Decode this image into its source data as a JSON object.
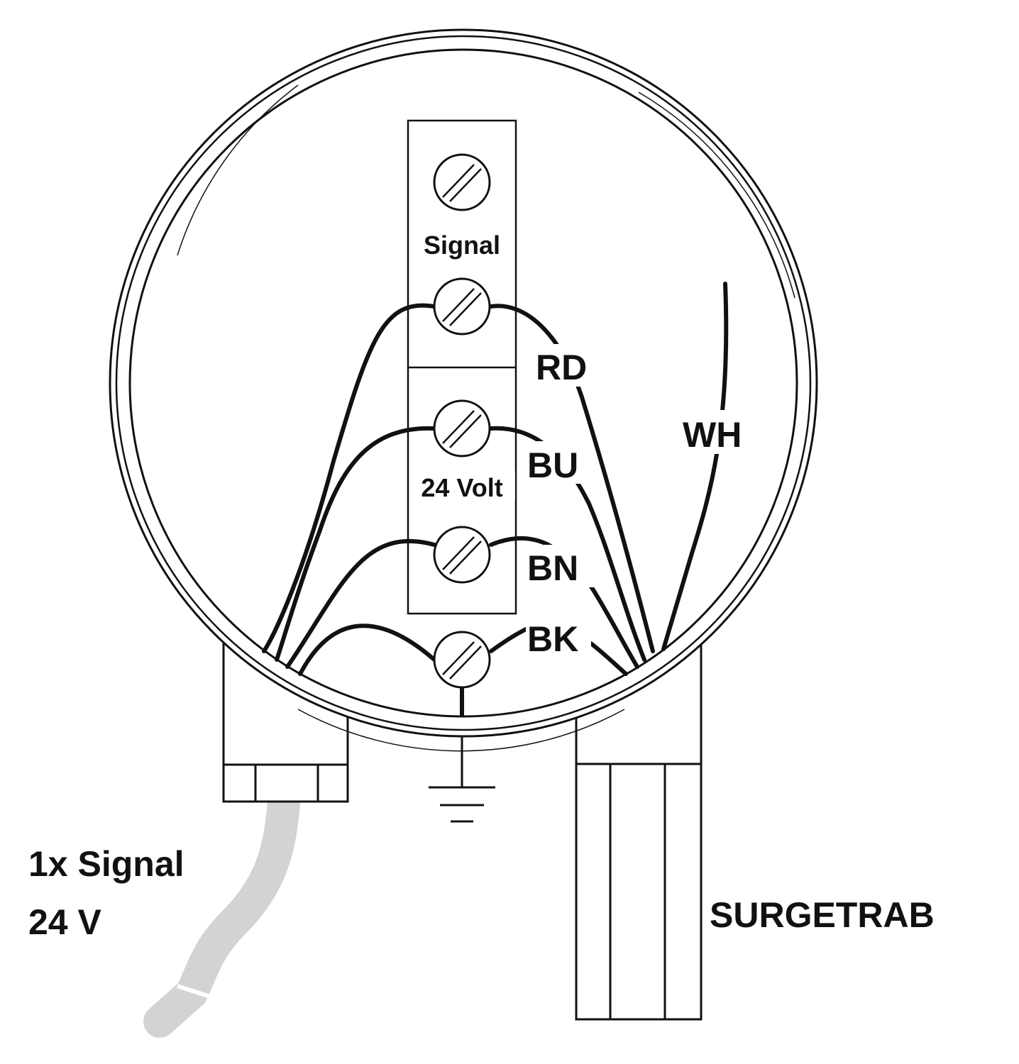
{
  "terminal_labels": {
    "signal": "Signal",
    "volt": "24 Volt"
  },
  "wire_labels": {
    "rd": "RD",
    "bu": "BU",
    "bn": "BN",
    "bk": "BK",
    "wh": "WH"
  },
  "cable_label": {
    "line1": "1x Signal",
    "line2": "24 V"
  },
  "device_label": "SURGETRAB",
  "colors": {
    "line": "#111111",
    "cable_gray": "#d3d3d3",
    "background": "#ffffff"
  }
}
